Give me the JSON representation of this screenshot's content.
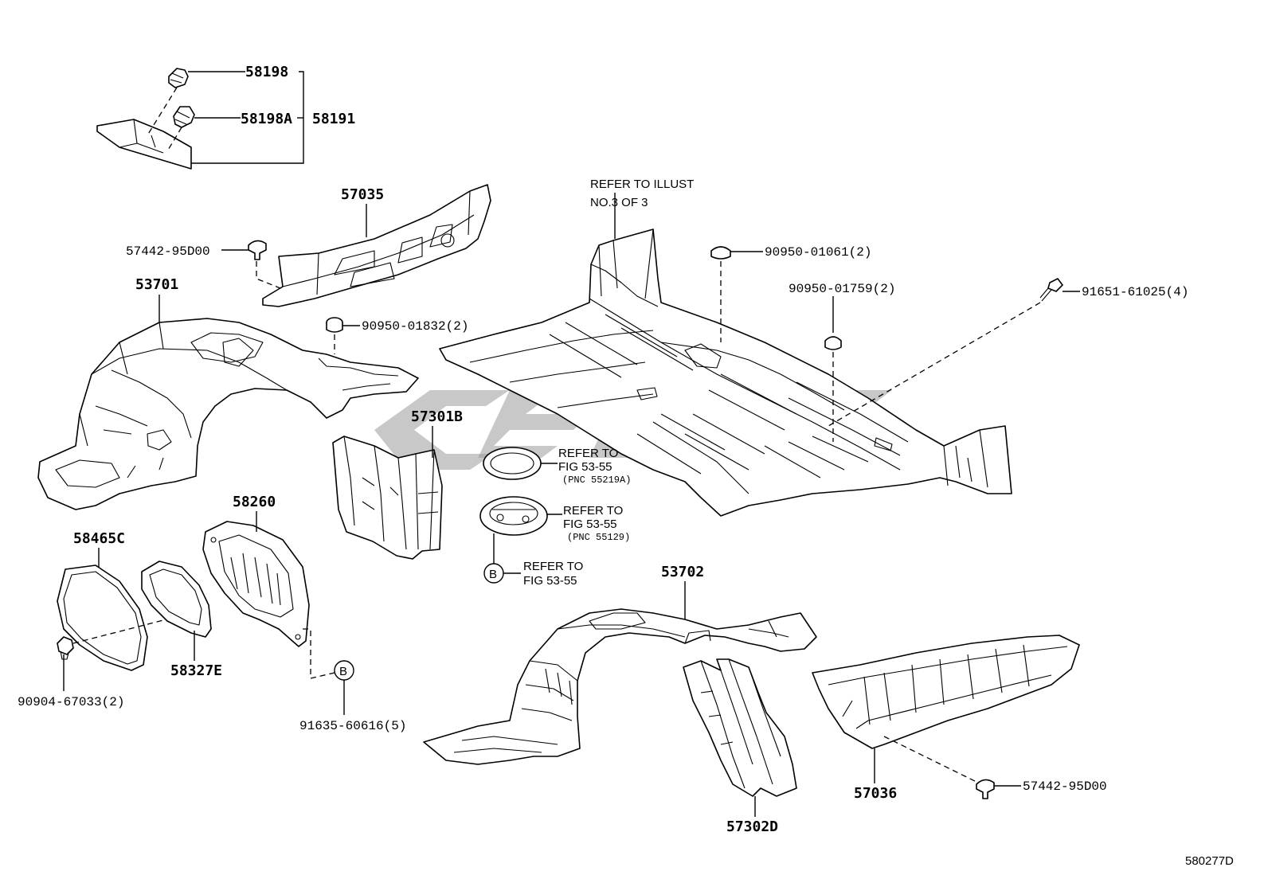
{
  "diagram": {
    "drawing_id": "580277D",
    "part_labels": {
      "p58198": "58198",
      "p58198A": "58198A",
      "p58191": "58191",
      "p57035": "57035",
      "p57442_top": "57442-95D00",
      "p53701": "53701",
      "p90950_01832": "90950-01832(2)",
      "p90950_01061": "90950-01061(2)",
      "p90950_01759": "90950-01759(2)",
      "p91651": "91651-61025(4)",
      "p57301B": "57301B",
      "p58260": "58260",
      "p58465C": "58465C",
      "p58327E": "58327E",
      "p90904": "90904-67033(2)",
      "p91635": "91635-60616(5)",
      "p53702": "53702",
      "p57302D": "57302D",
      "p57036": "57036",
      "p57442_bottom": "57442-95D00"
    },
    "references": {
      "illust_line1": "REFER TO ILLUST",
      "illust_line2": "NO.3 OF 3",
      "ref1_line1": "REFER TO",
      "ref1_line2": "FIG 53-55",
      "ref1_line3": "(PNC 55219A)",
      "ref2_line1": "REFER TO",
      "ref2_line2": "FIG 53-55",
      "ref2_line3": "(PNC 55129)",
      "ref3_line1": "REFER TO",
      "ref3_line2": "FIG 53-55"
    },
    "callout_letter": "B"
  }
}
